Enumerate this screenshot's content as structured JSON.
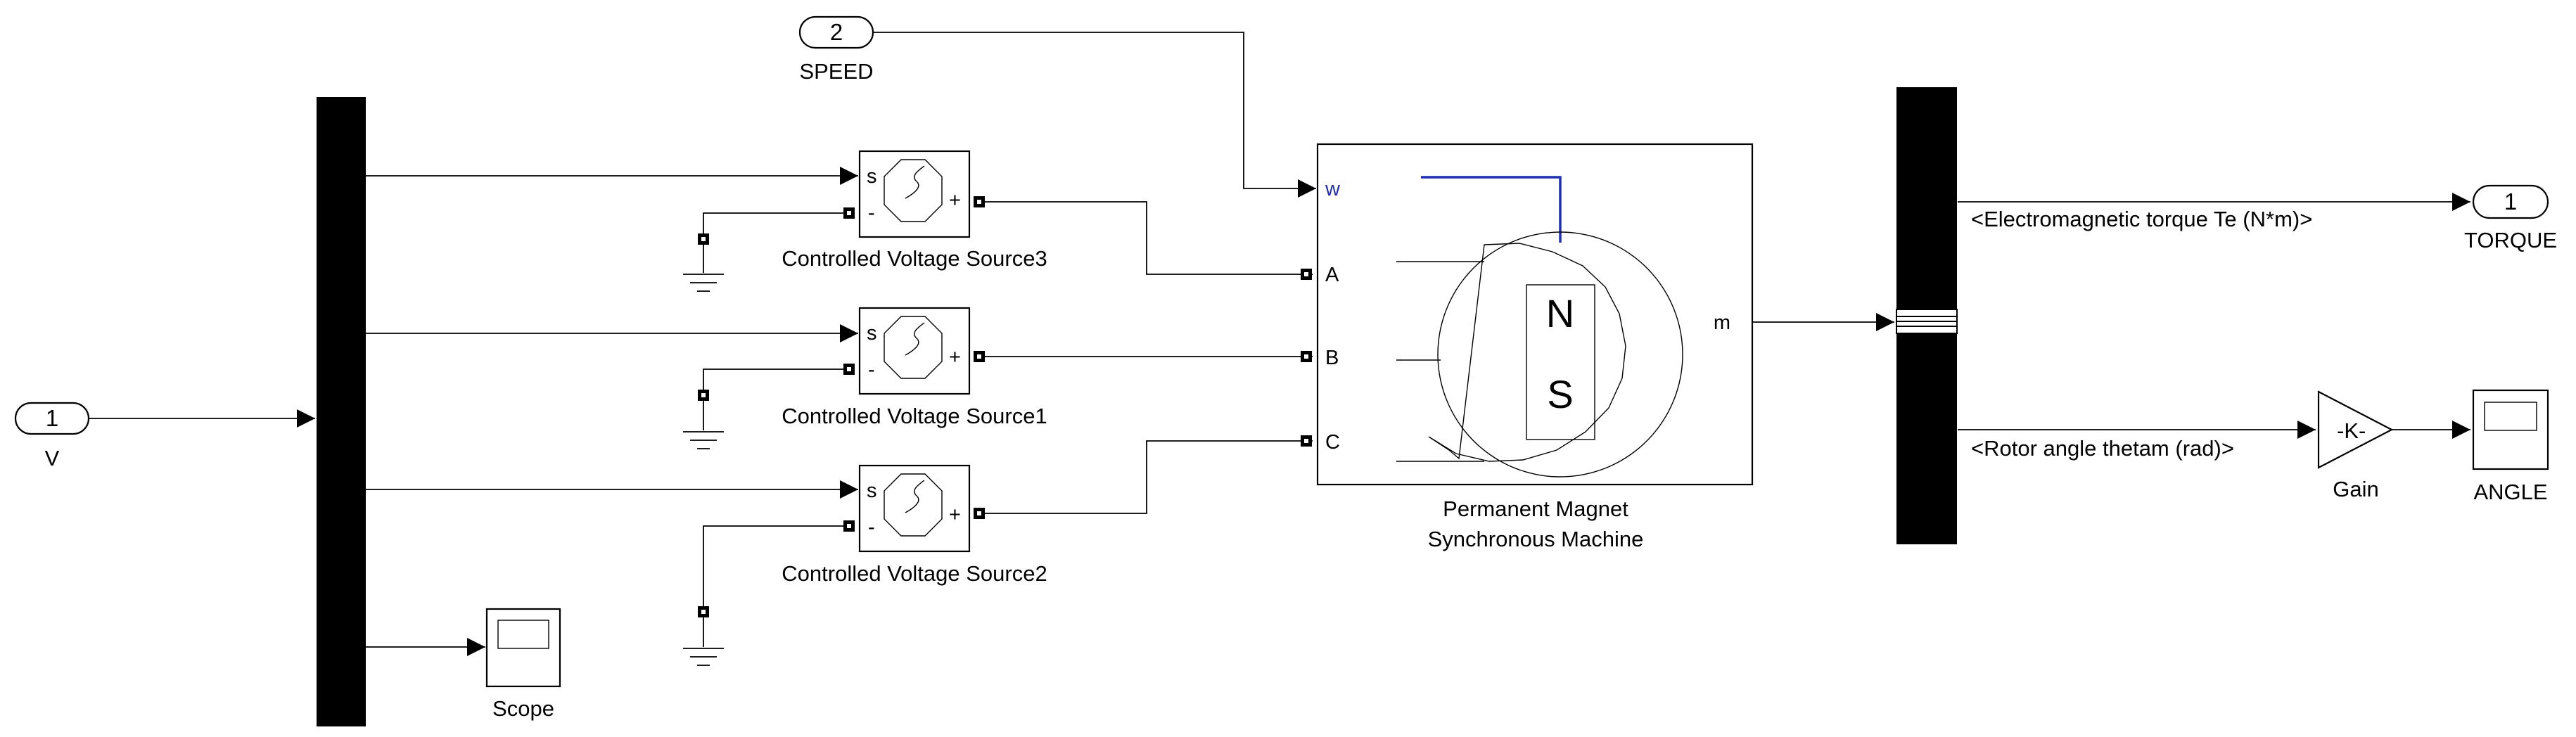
{
  "model": {
    "inports": [
      {
        "number": "1",
        "name": "V"
      },
      {
        "number": "2",
        "name": "SPEED"
      }
    ],
    "outports": [
      {
        "number": "1",
        "name": "TORQUE"
      }
    ],
    "sources": [
      {
        "name": "Controlled Voltage Source3",
        "pin_s": "s",
        "pin_minus": "-",
        "pin_plus": "+"
      },
      {
        "name": "Controlled Voltage Source1",
        "pin_s": "s",
        "pin_minus": "-",
        "pin_plus": "+"
      },
      {
        "name": "Controlled Voltage Source2",
        "pin_s": "s",
        "pin_minus": "-",
        "pin_plus": "+"
      }
    ],
    "pmsm": {
      "line1": "Permanent Magnet",
      "line2": "Synchronous Machine",
      "ports": {
        "w": "w",
        "a": "A",
        "b": "B",
        "c": "C",
        "m": "m"
      },
      "pole_n": "N",
      "pole_s": "S",
      "accent_color": "#1f2fb0"
    },
    "bus_selector": {
      "signals": [
        "<Electromagnetic torque Te (N*m)>",
        "<Rotor angle thetam (rad)>"
      ]
    },
    "gain": {
      "label": "-K-",
      "name": "Gain"
    },
    "scopes": [
      {
        "name": "Scope"
      },
      {
        "name": "ANGLE"
      }
    ]
  }
}
